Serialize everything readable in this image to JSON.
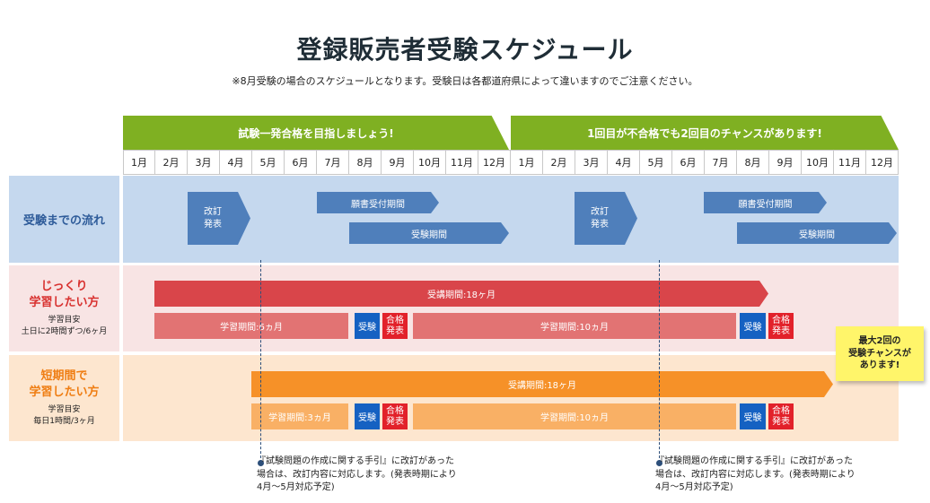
{
  "title": "登録販売者受験スケジュール",
  "subtitle": "※8月受験の場合のスケジュールとなります。受験日は各都道府県によって違いますのでご注意ください。",
  "banners": [
    "試験一発合格を目指しましょう!",
    "1回目が不合格でも2回目のチャンスがあります!"
  ],
  "months": [
    "1月",
    "2月",
    "3月",
    "4月",
    "5月",
    "6月",
    "7月",
    "8月",
    "9月",
    "10月",
    "11月",
    "12月",
    "1月",
    "2月",
    "3月",
    "4月",
    "5月",
    "6月",
    "7月",
    "8月",
    "9月",
    "10月",
    "11月",
    "12月"
  ],
  "rows": {
    "flow": {
      "label": "受験までの流れ",
      "kaitei_1": "改訂",
      "kaitei_2": "発表",
      "application": "願書受付期間",
      "exam_period": "受験期間"
    },
    "slow": {
      "label_1": "じっくり",
      "label_2": "学習したい方",
      "guide": "学習目安",
      "guide_detail": "土日に2時間ずつ/6ヶ月",
      "course": "受講期間:18ヶ月",
      "study_1": "学習期間:6ヵ月",
      "study_2": "学習期間:10ヵ月"
    },
    "fast": {
      "label_1": "短期間で",
      "label_2": "学習したい方",
      "guide": "学習目安",
      "guide_detail": "毎日1時間/3ヶ月",
      "course": "受講期間:18ヶ月",
      "study_1": "学習期間:3ヵ月",
      "study_2": "学習期間:10ヵ月"
    },
    "exam": "受験",
    "pass_1": "合格",
    "pass_2": "発表"
  },
  "sticky": {
    "line1": "最大2回の",
    "line2": "受験チャンスが",
    "line3": "あります!"
  },
  "note": {
    "line1": "『試験問題の作成に関する手引』に改訂があった",
    "line2": "場合は、改訂内容に対応します。(発表時期により",
    "line3": "4月～5月対応予定)"
  },
  "colors": {
    "banner": "#7fb022",
    "flow_bg": "#c5d8ee",
    "flow_arrow": "#4f7fbb",
    "slow_bg": "#f8e4e4",
    "slow_arrow": "#d9454a",
    "slow_bar": "#e27373",
    "fast_bg": "#fde6cf",
    "fast_arrow": "#f69128",
    "fast_bar": "#f9b065",
    "exam": "#1561c2",
    "pass": "#e2212a",
    "sticky": "#fff56a"
  }
}
